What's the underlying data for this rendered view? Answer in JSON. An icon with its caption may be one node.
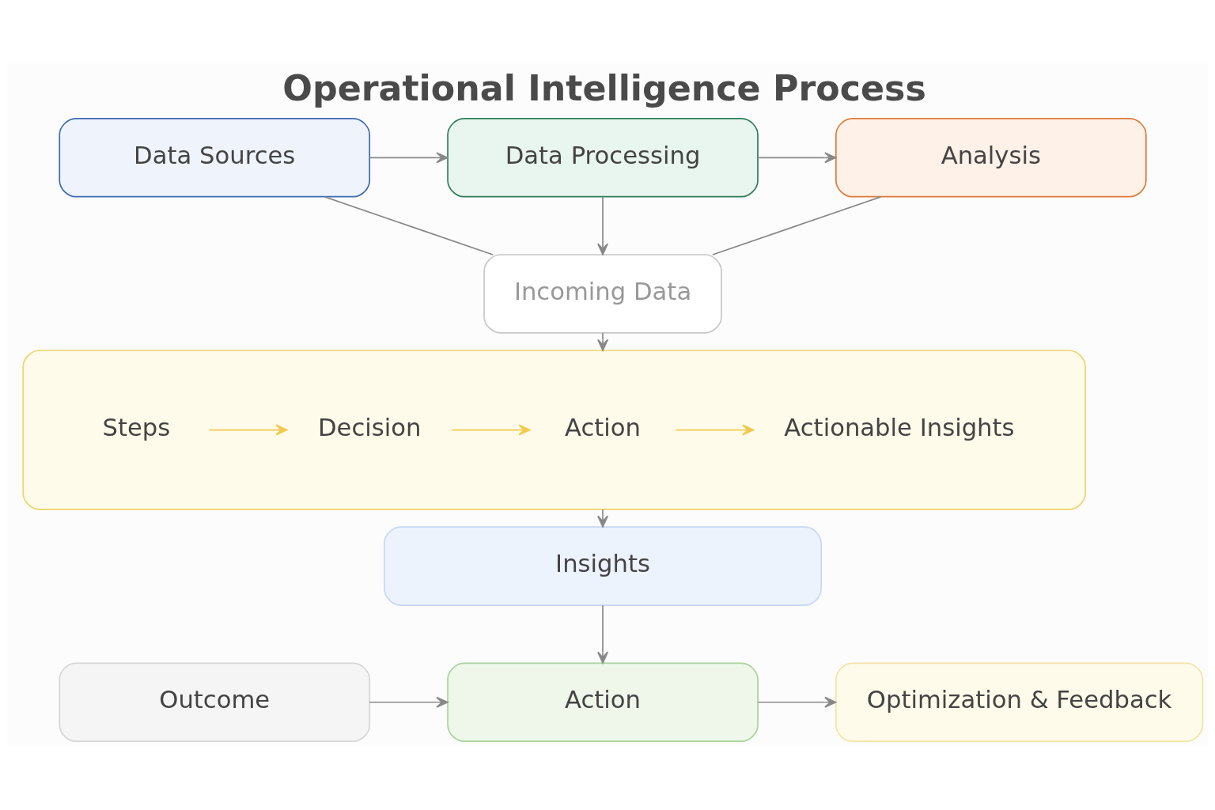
{
  "diagram": {
    "title": "Operational Intelligence Process",
    "nodes": [
      {
        "text": [
          "Data Sources"
        ]
      },
      {
        "text": [
          "Data Processing"
        ]
      },
      {
        "text": [
          "Analysis"
        ]
      },
      {
        "text": [
          "Incoming Data"
        ]
      },
      {
        "text": [],
        "shape": "box"
      },
      {
        "text": [
          "Steps"
        ],
        "in": 4
      },
      {
        "text": [
          "Decision"
        ],
        "in": 4
      },
      {
        "text": [
          "Action"
        ],
        "in": 4
      },
      {
        "text": [
          "Actionable Insights"
        ],
        "in": 4
      },
      {
        "text": [
          "Insights"
        ]
      },
      {
        "text": [
          "Outcome"
        ]
      },
      {
        "text": [
          "Action"
        ]
      },
      {
        "text": [
          "Optimization & Feedback"
        ]
      }
    ],
    "edges": [
      {
        "from": 0,
        "to": 1,
        "arrow": "to"
      },
      {
        "from": 1,
        "to": 2,
        "arrow": "to"
      },
      {
        "from": 1,
        "to": 3,
        "arrow": "to"
      },
      {
        "from": 0,
        "to": 3,
        "arrow": "none"
      },
      {
        "from": 2,
        "to": 3,
        "arrow": "none"
      },
      {
        "from": 3,
        "to": 4,
        "arrow": "to"
      },
      {
        "from": 5,
        "to": 6,
        "arrow": "to",
        "color": "#f2c94c"
      },
      {
        "from": 6,
        "to": 7,
        "arrow": "to",
        "color": "#f2c94c"
      },
      {
        "from": 7,
        "to": 8,
        "arrow": "to",
        "color": "#f2c94c"
      },
      {
        "from": 4,
        "to": 9,
        "arrow": "to"
      },
      {
        "from": 9,
        "to": 11,
        "arrow": "to"
      },
      {
        "from": 10,
        "to": 11,
        "arrow": "to"
      },
      {
        "from": 11,
        "to": 12,
        "arrow": "to"
      }
    ]
  }
}
